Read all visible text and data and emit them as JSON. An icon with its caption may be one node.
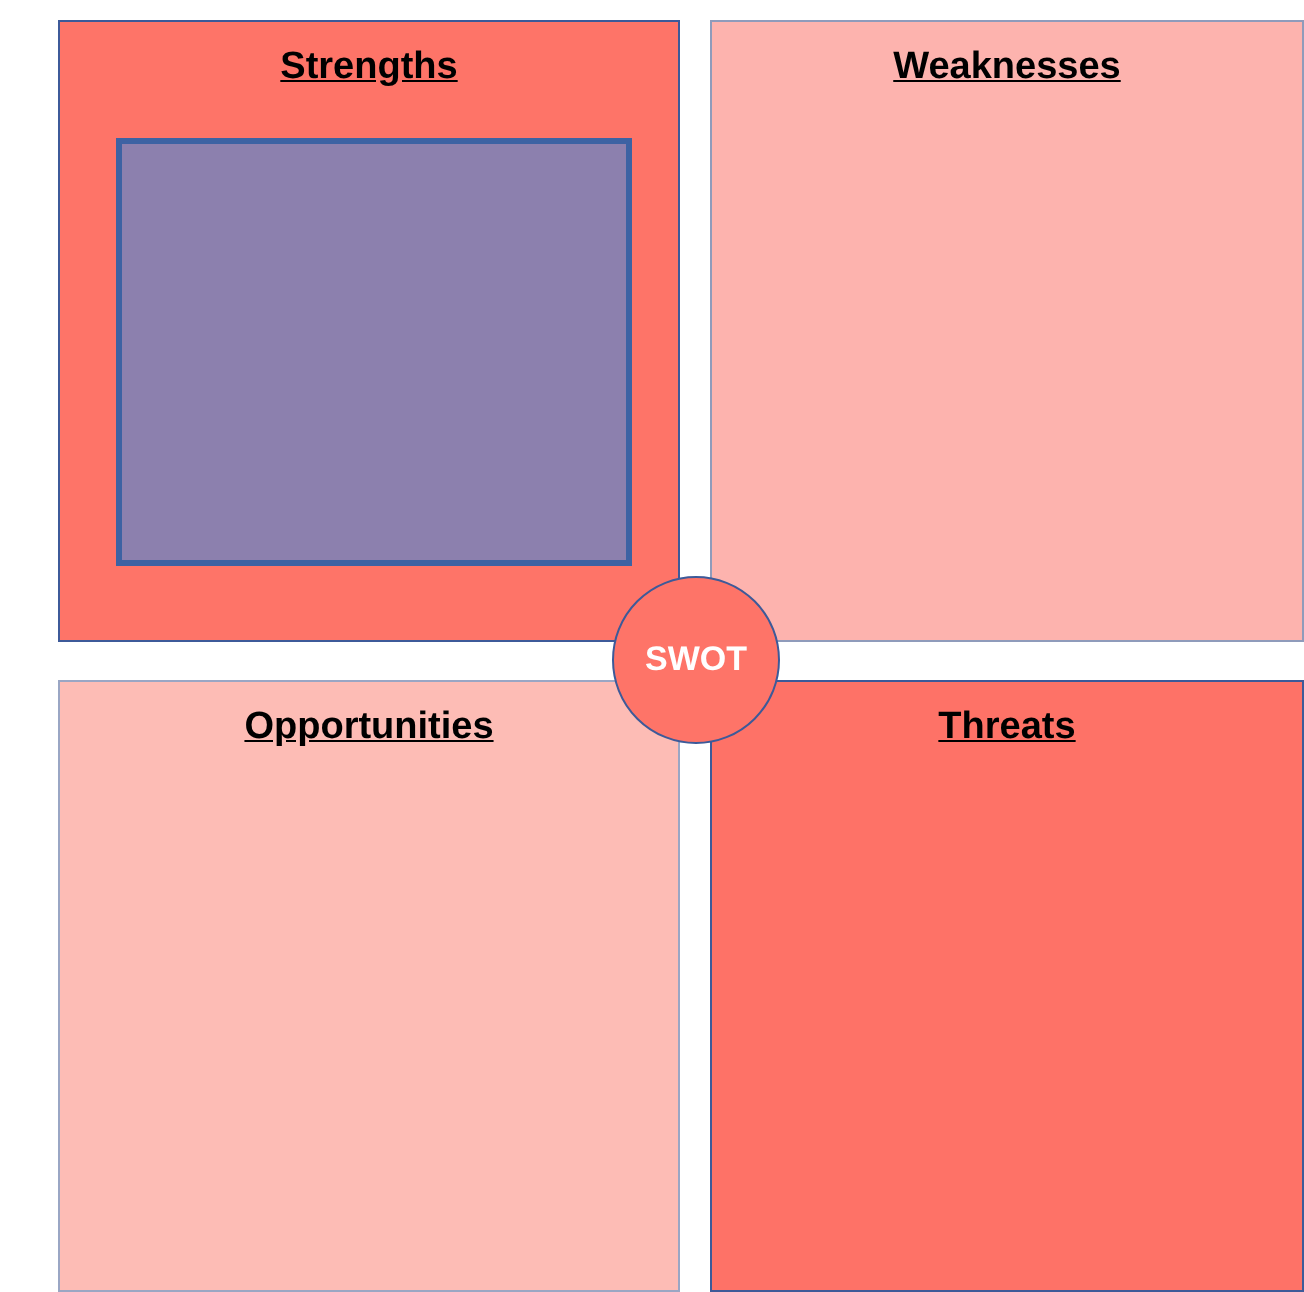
{
  "diagram": {
    "nodes": [
      {
        "text": [
          "Strengths"
        ]
      },
      {
        "text": [],
        "shape": "box",
        "in": 0
      },
      {
        "text": [
          "Weaknesses"
        ]
      },
      {
        "text": [
          "Opportunities"
        ]
      },
      {
        "text": [
          "Threats"
        ]
      },
      {
        "text": [
          "SWOT"
        ]
      }
    ]
  }
}
